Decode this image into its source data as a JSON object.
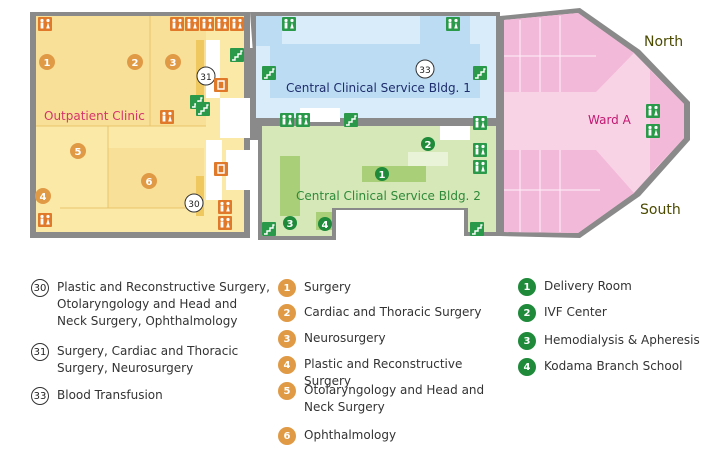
{
  "map": {
    "areas": {
      "outpatient": "Outpatient Clinic",
      "bldg1": "Central Clinical Service Bldg. 1",
      "bldg2": "Central Clinical Service Bldg. 2",
      "ward": "Ward A"
    },
    "directions": {
      "north": "North",
      "south": "South"
    },
    "markers": {
      "orange": [
        "1",
        "2",
        "3",
        "4",
        "5",
        "6"
      ],
      "green": [
        "1",
        "2",
        "3",
        "4"
      ],
      "outline": [
        "30",
        "31",
        "33"
      ]
    }
  },
  "legend": {
    "outline_items": [
      {
        "num": "30",
        "text": "Plastic and Reconstructive Surgery,\nOtolaryngology and Head and\nNeck Surgery, Ophthalmology"
      },
      {
        "num": "31",
        "text": "Surgery, Cardiac and Thoracic\nSurgery, Neurosurgery"
      },
      {
        "num": "33",
        "text": "Blood Transfusion"
      }
    ],
    "orange_items": [
      {
        "num": "1",
        "text": "Surgery"
      },
      {
        "num": "2",
        "text": "Cardiac and Thoracic Surgery"
      },
      {
        "num": "3",
        "text": "Neurosurgery"
      },
      {
        "num": "4",
        "text": "Plastic and Reconstructive Surgery"
      },
      {
        "num": "5",
        "text": "Otolaryngology and Head and\nNeck Surgery"
      },
      {
        "num": "6",
        "text": "Ophthalmology"
      }
    ],
    "green_items": [
      {
        "num": "1",
        "text": "Delivery Room"
      },
      {
        "num": "2",
        "text": "IVF Center"
      },
      {
        "num": "3",
        "text": "Hemodialysis & Apheresis"
      },
      {
        "num": "4",
        "text": "Kodama Branch School"
      }
    ]
  },
  "colors": {
    "outpatient": "#fbe9a8",
    "bldg1": "#bcdcf4",
    "bldg2": "#d6e8b8",
    "ward": "#f3b9d8",
    "orange": "#e09a45",
    "green": "#1e8a3a",
    "label_pink": "#d6336c",
    "label_navy": "#1e2d6b",
    "label_green": "#2e8a3a",
    "direction": "#4a4a00"
  },
  "icons": [
    "restroom-icon",
    "stairs-icon",
    "elevator-icon",
    "escalator-icon",
    "wheelchair-icon"
  ]
}
